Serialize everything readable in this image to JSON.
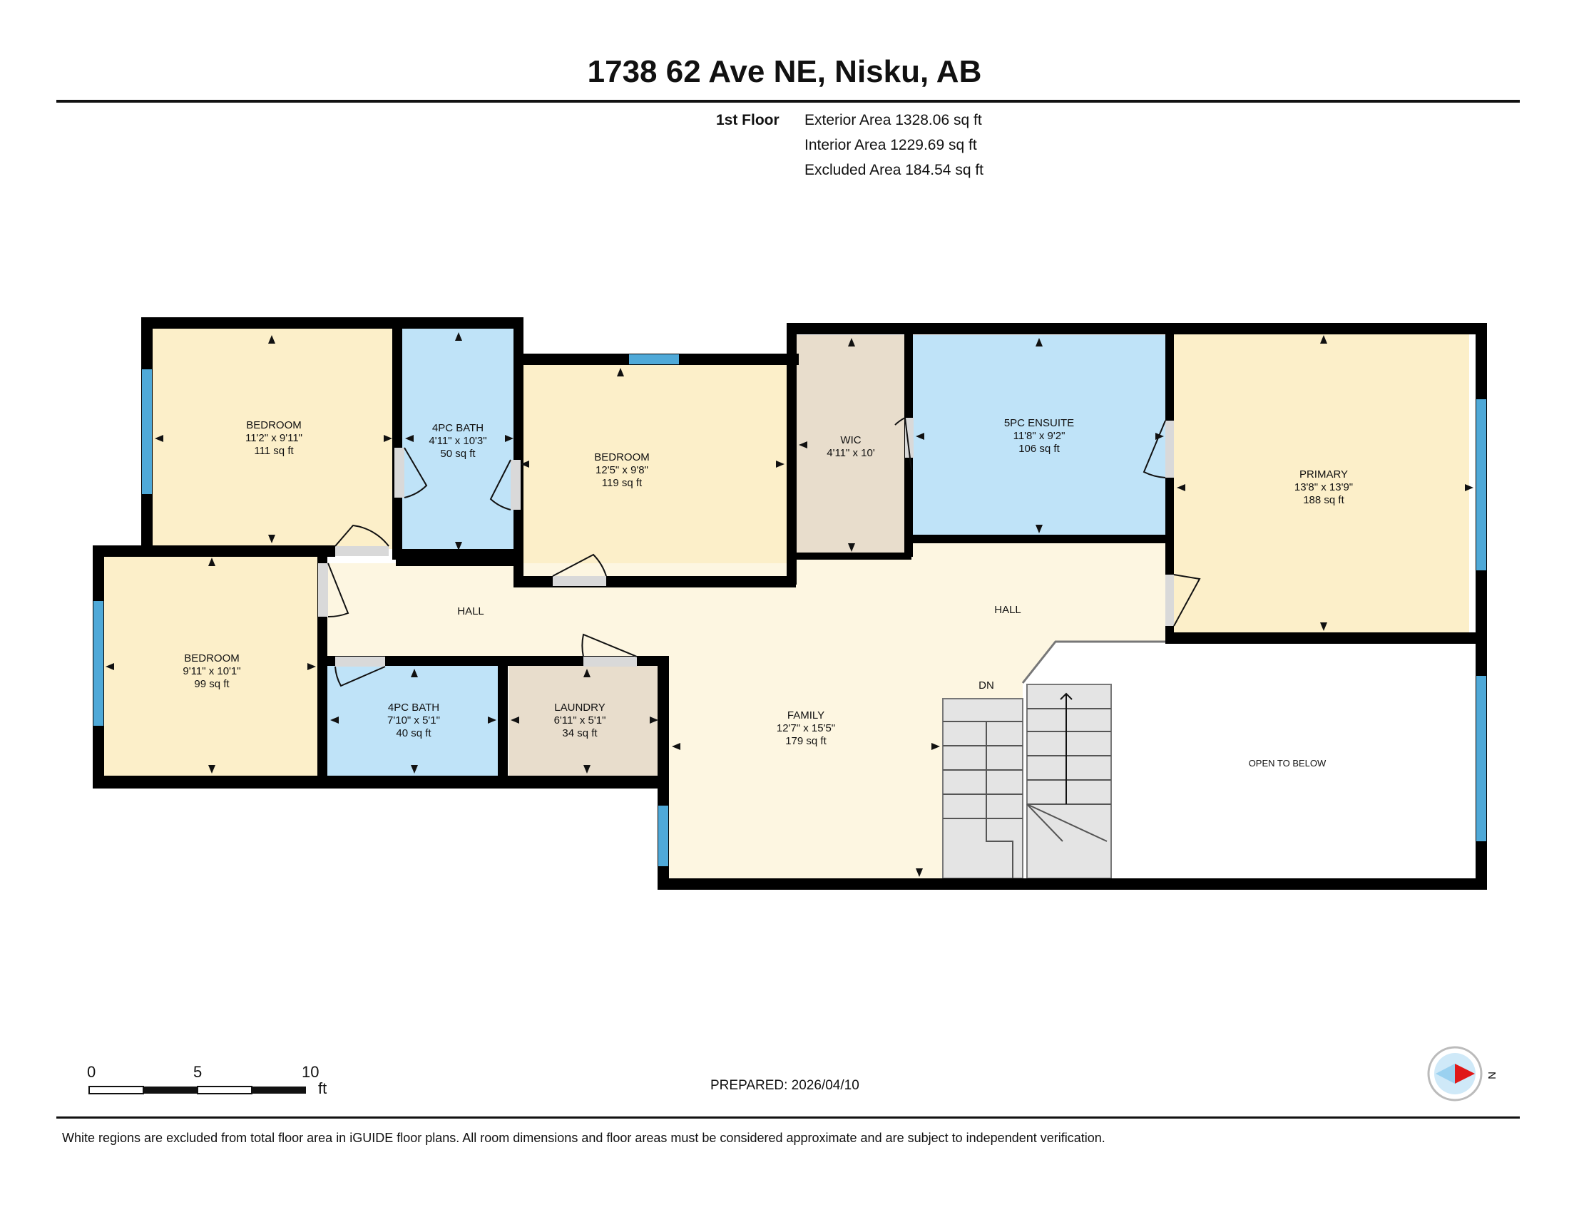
{
  "title": "1738 62 Ave NE, Nisku, AB",
  "floor": {
    "label": "1st Floor",
    "exterior_area": "Exterior Area 1328.06 sq ft",
    "interior_area": "Interior Area 1229.69 sq ft",
    "excluded_area": "Excluded Area 184.54 sq ft"
  },
  "rooms": [
    {
      "id": "bedroom-1",
      "name": "BEDROOM",
      "dims": "11'2\" x 9'11\"",
      "area": "111 sq ft"
    },
    {
      "id": "bath-1",
      "name": "4PC BATH",
      "dims": "4'11\" x 10'3\"",
      "area": "50 sq ft"
    },
    {
      "id": "bedroom-2",
      "name": "BEDROOM",
      "dims": "12'5\" x 9'8\"",
      "area": "119 sq ft"
    },
    {
      "id": "wic",
      "name": "WIC",
      "dims": "4'11\" x 10'",
      "area": ""
    },
    {
      "id": "ensuite",
      "name": "5PC ENSUITE",
      "dims": "11'8\" x 9'2\"",
      "area": "106 sq ft"
    },
    {
      "id": "primary",
      "name": "PRIMARY",
      "dims": "13'8\" x 13'9\"",
      "area": "188 sq ft"
    },
    {
      "id": "bedroom-3",
      "name": "BEDROOM",
      "dims": "9'11\" x 10'1\"",
      "area": "99 sq ft"
    },
    {
      "id": "bath-2",
      "name": "4PC BATH",
      "dims": "7'10\" x 5'1\"",
      "area": "40 sq ft"
    },
    {
      "id": "laundry",
      "name": "LAUNDRY",
      "dims": "6'11\" x 5'1\"",
      "area": "34 sq ft"
    },
    {
      "id": "family",
      "name": "FAMILY",
      "dims": "12'7\" x 15'5\"",
      "area": "179 sq ft"
    }
  ],
  "labels": {
    "hall_left": "HALL",
    "hall_right": "HALL",
    "stairs_down": "DN",
    "open_to_below": "OPEN TO BELOW"
  },
  "scale": {
    "ticks": [
      "0",
      "5",
      "10"
    ],
    "unit": "ft"
  },
  "compass": {
    "label": "N"
  },
  "prepared": "PREPARED: 2026/04/10",
  "footnote": "White regions are excluded from total floor area in iGUIDE floor plans. All room dimensions and floor areas must be considered approximate and are subject to independent verification.",
  "colors": {
    "bedroom": "#fcefc9",
    "bath": "#bfe3f8",
    "utility": "#e8ddcc",
    "hall": "#fdf6e1",
    "wall": "#000000",
    "window": "#4fa9d8",
    "stairs": "#e4e4e4"
  }
}
